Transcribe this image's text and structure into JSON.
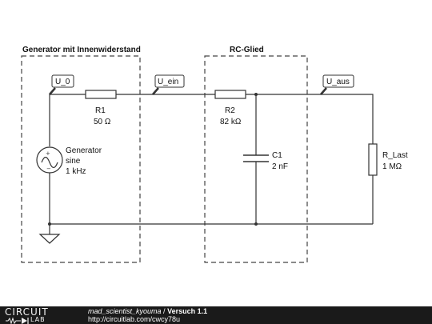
{
  "groups": {
    "generator": "Generator mit Innenwiderstand",
    "rc": "RC-Glied"
  },
  "probes": {
    "u0": "U_0",
    "uein": "U_ein",
    "uaus": "U_aus"
  },
  "components": {
    "r1": {
      "name": "R1",
      "value": "50 Ω"
    },
    "r2": {
      "name": "R2",
      "value": "82 kΩ"
    },
    "c1": {
      "name": "C1",
      "value": "2 nF"
    },
    "rlast": {
      "name": "R_Last",
      "value": "1 MΩ"
    },
    "gen": {
      "name": "Generator",
      "type": "sine",
      "freq": "1 kHz"
    }
  },
  "footer": {
    "logo_top": "CIRCUIT",
    "logo_bottom": "LAB",
    "author": "mad_scientist_kyouma",
    "separator": " / ",
    "version": "Versuch 1.1",
    "url": "http://circuitlab.com/cwcy78u"
  },
  "colors": {
    "wire": "#333333",
    "footer_bg": "#1a1a1a"
  }
}
